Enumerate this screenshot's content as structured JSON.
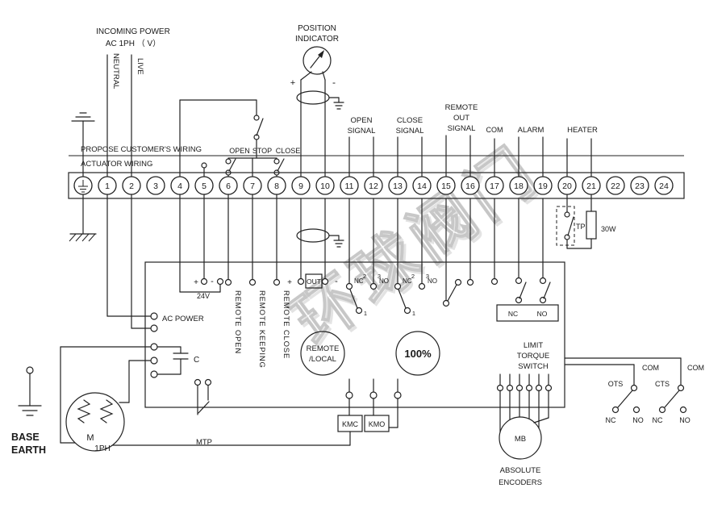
{
  "watermark": {
    "text": "环球阀门"
  },
  "incoming_power": {
    "title1": "INCOMING POWER",
    "title2": "AC 1PH （ V）",
    "neutral": "NEUTRAL",
    "live": "LIVE"
  },
  "position_indicator": {
    "title1": "POSITION",
    "title2": "INDICATOR",
    "plus": "+",
    "minus": "-"
  },
  "divider": {
    "customer": "PROPOSE CUSTOMER'S WIRING",
    "actuator": "ACTUATOR WIRING"
  },
  "buttons": {
    "open": "OPEN",
    "stop": "STOP",
    "close": "CLOSE"
  },
  "signals": {
    "open1": "OPEN",
    "open2": "SIGNAL",
    "close1": "CLOSE",
    "close2": "SIGNAL",
    "remote1": "REMOTE",
    "remote2": "OUT",
    "remote3": "SIGNAL",
    "com": "COM",
    "alarm": "ALARM",
    "heater": "HEATER"
  },
  "terminals": {
    "numbers": [
      "1",
      "2",
      "3",
      "4",
      "5",
      "6",
      "7",
      "8",
      "9",
      "10",
      "11",
      "12",
      "13",
      "14",
      "15",
      "16",
      "17",
      "18",
      "19",
      "20",
      "21",
      "22",
      "23",
      "24"
    ]
  },
  "heater_circuit": {
    "tp": "TP",
    "power": "30W"
  },
  "internal": {
    "plus24": "+",
    "v24": "24V",
    "minus24": "-",
    "remote_open": "REMOTE OPEN",
    "remote_keeping": "REMOTE KEEPING",
    "remote_close": "REMOTE CLOSE",
    "out_plus": "+",
    "out": "OUT",
    "out_minus": "-",
    "open_contact": {
      "nc": "NC",
      "n2": "2",
      "n3": "3",
      "no": "NO",
      "n1": "1"
    },
    "close_contact": {
      "nc": "NC",
      "n2": "2",
      "n3": "3",
      "no": "NO",
      "n1": "1"
    },
    "alarm_contact": {
      "nc": "NC",
      "no": "NO"
    },
    "remote_local1": "REMOTE",
    "remote_local2": "/LOCAL",
    "percent": "100%",
    "limit1": "LIMIT",
    "limit2": "TORQUE",
    "limit3": "SWITCH",
    "ac_power": "AC POWER",
    "capacitor": "C"
  },
  "bottom": {
    "base1": "BASE",
    "base2": "EARTH",
    "motor": "M",
    "phase": "1PH",
    "mtp": "MTP",
    "kmc": "KMC",
    "kmo": "KMO",
    "mb": "MB",
    "encoders1": "ABSOLUTE",
    "encoders2": "ENCODERS"
  },
  "right_contacts": {
    "com_ots": "COM",
    "com_cts": "COM",
    "ots": "OTS",
    "cts": "CTS",
    "ots_nc": "NC",
    "ots_no": "NO",
    "cts_nc": "NC",
    "cts_no": "NO"
  }
}
